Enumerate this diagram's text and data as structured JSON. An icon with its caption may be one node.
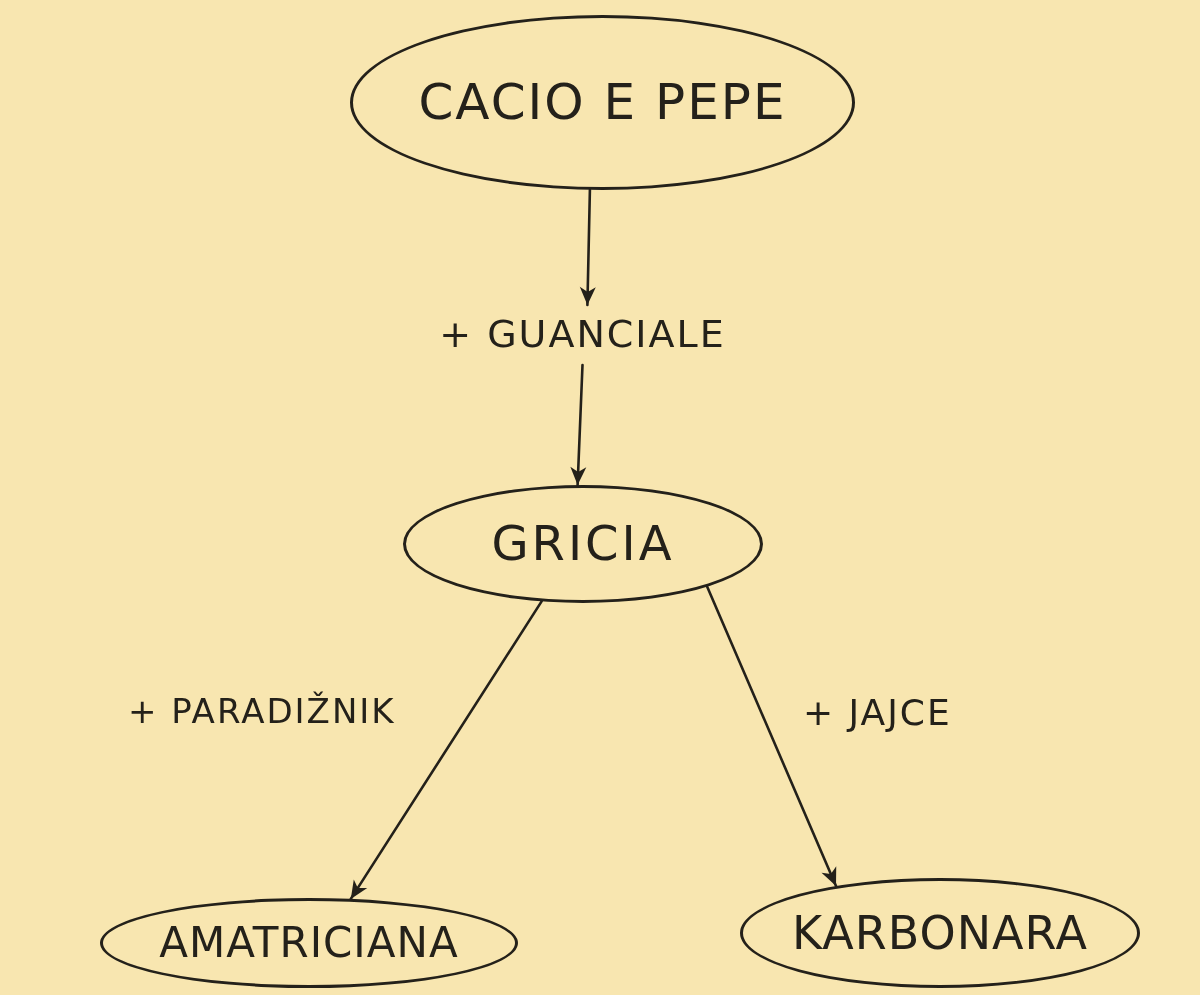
{
  "diagram": {
    "nodes": [
      {
        "text": [
          "CACIO E PEPE"
        ]
      },
      {
        "text": [
          "+ GUANCIALE"
        ]
      },
      {
        "text": [
          "GRICIA"
        ]
      },
      {
        "text": [
          "AMATRICIANA"
        ]
      },
      {
        "text": [
          "KARBONARA"
        ]
      }
    ],
    "edges": [
      {
        "from": 0,
        "to": 1,
        "arrow": "to"
      },
      {
        "from": 1,
        "to": 2,
        "arrow": "to"
      },
      {
        "from": 2,
        "to": 3,
        "arrow": "to",
        "label": "+ PARADIŽNIK"
      },
      {
        "from": 2,
        "to": 4,
        "arrow": "to",
        "label": "+ JAJCE"
      }
    ]
  }
}
